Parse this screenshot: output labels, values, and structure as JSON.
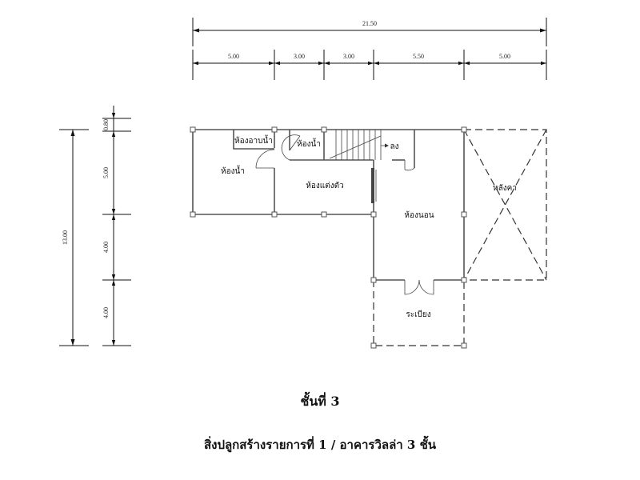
{
  "top_dimensions": {
    "overall": "21.50",
    "segments": [
      "5.00",
      "3.00",
      "3.00",
      "5.50",
      "5.00"
    ]
  },
  "left_dimensions": {
    "overall": "13.00",
    "segments": [
      "0.80",
      "5.00",
      "4.00",
      "4.00"
    ]
  },
  "rooms": {
    "toilet_bath_small": "ห้องอาบน้ำ",
    "bathroom_left": "ห้องน้ำ",
    "bathroom_center": "ห้องน้ำ",
    "stair_label": "ลง",
    "dressing_room": "ห้องแต่งตัว",
    "bedroom": "ห้องนอน",
    "roof": "หลังคา",
    "balcony": "ระเบียง"
  },
  "floor_title": "ชั้นที่ 3",
  "caption": "สิ่งปลูกสร้างรายการที่ 1 / อาคารวิลล่า 3 ชั้น"
}
